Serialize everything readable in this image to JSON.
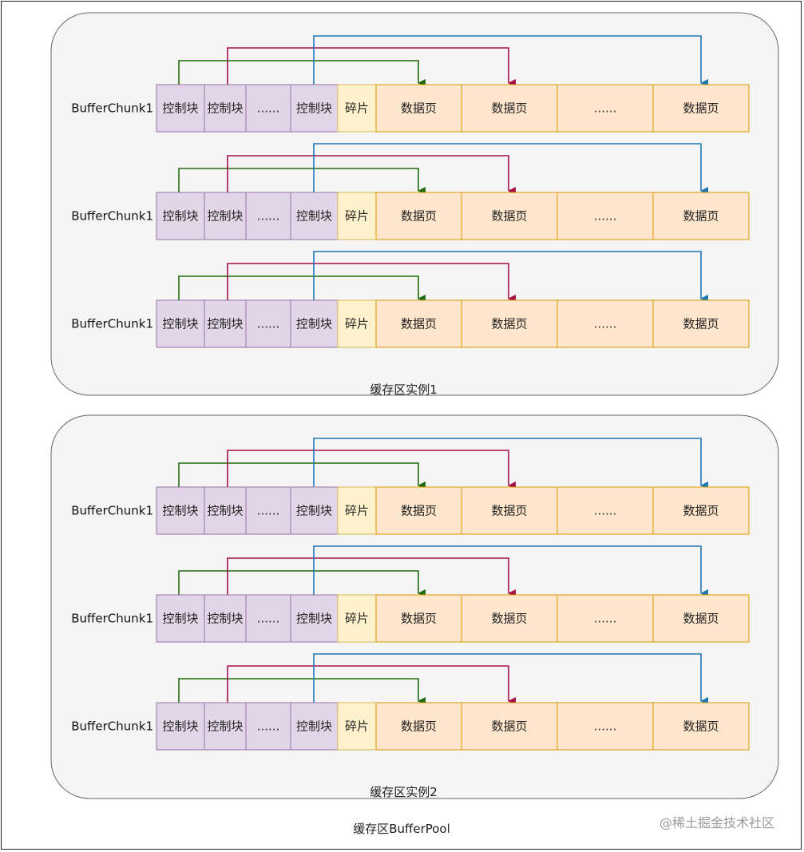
{
  "pool_label": "缓存区BufferPool",
  "watermark": "@稀土掘金技术社区",
  "colors": {
    "control_fill": "#e1d5e7",
    "control_stroke": "#9673a6",
    "fragment_fill": "#fff2cc",
    "fragment_stroke": "#d6b656",
    "page_fill": "#ffe6cc",
    "page_stroke": "#d79b00",
    "arrow_green": "#1e6b0e",
    "arrow_red": "#a50f4b",
    "arrow_blue": "#1f78b4"
  },
  "instances": [
    {
      "label": "缓存区实例1",
      "chunks": [
        {
          "label": "BufferChunk1",
          "controls": [
            "控制块",
            "控制块",
            "......",
            "控制块"
          ],
          "fragment": "碎片",
          "pages": [
            "数据页",
            "数据页",
            "......",
            "数据页"
          ]
        },
        {
          "label": "BufferChunk1",
          "controls": [
            "控制块",
            "控制块",
            "......",
            "控制块"
          ],
          "fragment": "碎片",
          "pages": [
            "数据页",
            "数据页",
            "......",
            "数据页"
          ]
        },
        {
          "label": "BufferChunk1",
          "controls": [
            "控制块",
            "控制块",
            "......",
            "控制块"
          ],
          "fragment": "碎片",
          "pages": [
            "数据页",
            "数据页",
            "......",
            "数据页"
          ]
        }
      ]
    },
    {
      "label": "缓存区实例2",
      "chunks": [
        {
          "label": "BufferChunk1",
          "controls": [
            "控制块",
            "控制块",
            "......",
            "控制块"
          ],
          "fragment": "碎片",
          "pages": [
            "数据页",
            "数据页",
            "......",
            "数据页"
          ]
        },
        {
          "label": "BufferChunk1",
          "controls": [
            "控制块",
            "控制块",
            "......",
            "控制块"
          ],
          "fragment": "碎片",
          "pages": [
            "数据页",
            "数据页",
            "......",
            "数据页"
          ]
        },
        {
          "label": "BufferChunk1",
          "controls": [
            "控制块",
            "控制块",
            "......",
            "控制块"
          ],
          "fragment": "碎片",
          "pages": [
            "数据页",
            "数据页",
            "......",
            "数据页"
          ]
        }
      ]
    }
  ]
}
